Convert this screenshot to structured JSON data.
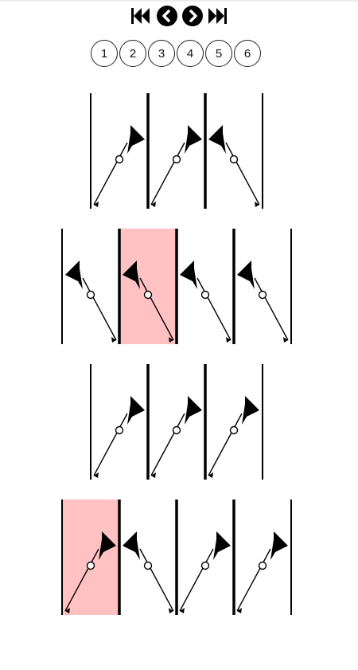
{
  "navigation": {
    "first_icon": "skip-to-first-icon",
    "prev_icon": "previous-circle-icon",
    "next_icon": "next-circle-icon",
    "last_icon": "skip-to-last-icon"
  },
  "pages": [
    "1",
    "2",
    "3",
    "4",
    "5",
    "6"
  ],
  "colors": {
    "highlight": "#ffc1c1",
    "ink": "#000000"
  },
  "rows": [
    {
      "cells": [
        {
          "dir": "right",
          "highlight": false
        },
        {
          "dir": "right",
          "highlight": false
        },
        {
          "dir": "left",
          "highlight": false
        }
      ]
    },
    {
      "cells": [
        {
          "dir": "left",
          "highlight": false
        },
        {
          "dir": "left",
          "highlight": true
        },
        {
          "dir": "left",
          "highlight": false
        },
        {
          "dir": "left",
          "highlight": false
        }
      ]
    },
    {
      "cells": [
        {
          "dir": "right",
          "highlight": false
        },
        {
          "dir": "right",
          "highlight": false
        },
        {
          "dir": "right",
          "highlight": false
        }
      ]
    },
    {
      "cells": [
        {
          "dir": "right",
          "highlight": true
        },
        {
          "dir": "left",
          "highlight": false
        },
        {
          "dir": "right",
          "highlight": false
        },
        {
          "dir": "right",
          "highlight": false
        }
      ]
    }
  ]
}
